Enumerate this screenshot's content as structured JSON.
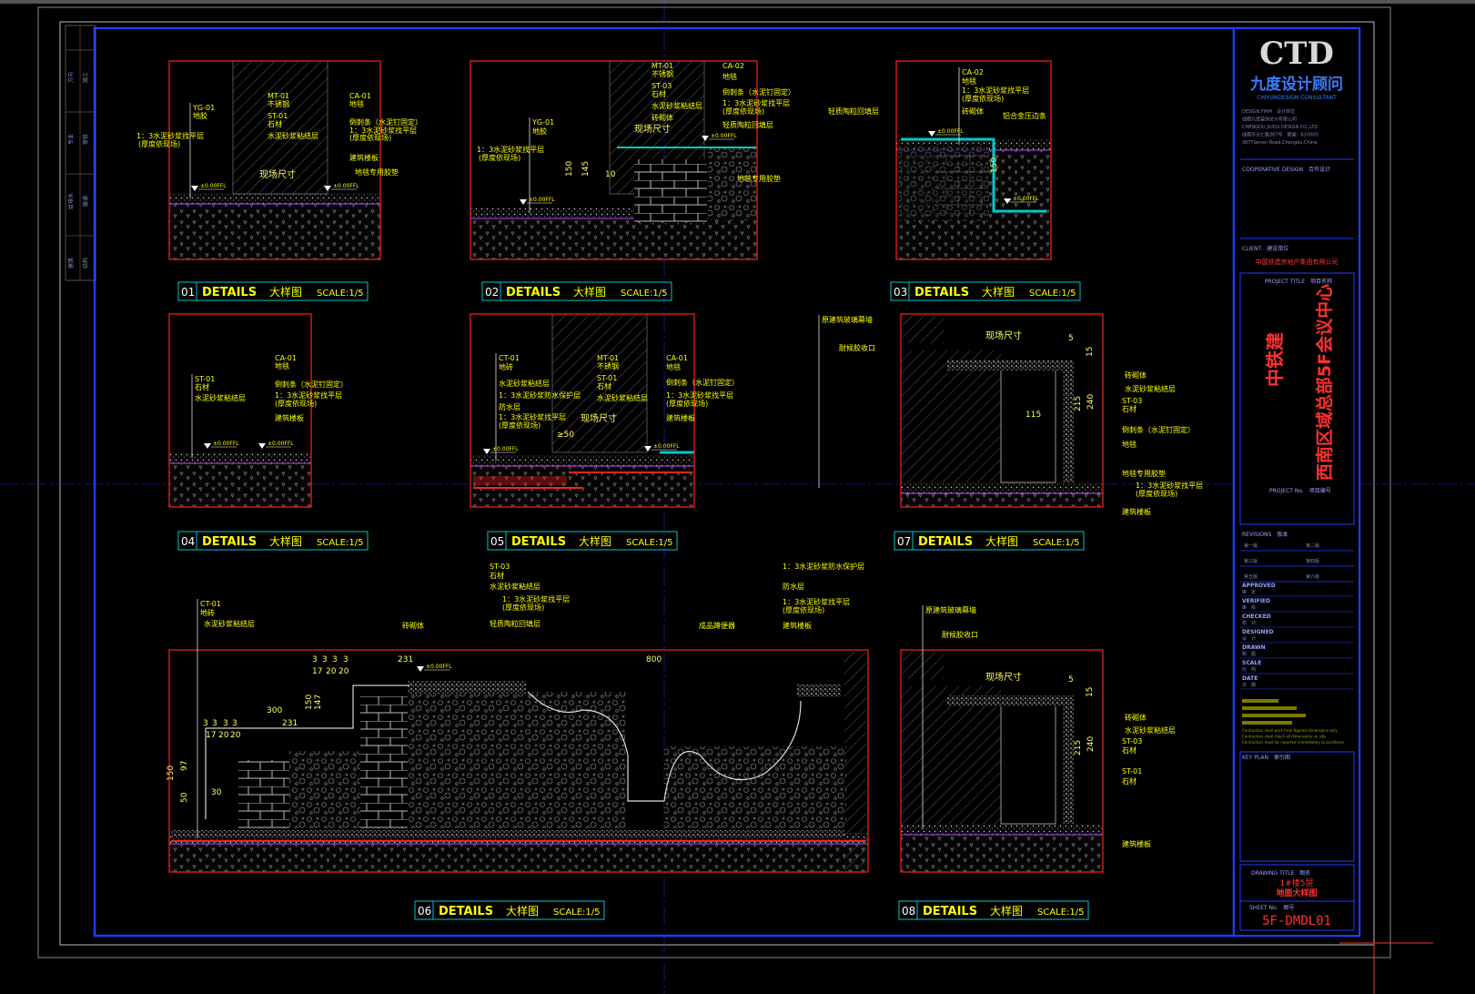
{
  "colors": {
    "frame": "#1e3cff",
    "detail_border": "#ff2020",
    "label": "#ffff00",
    "hatch": "#777777",
    "cyan": "#00c8c8"
  },
  "left_strip": [
    "方向",
    "施工",
    "专业",
    "审核",
    "给排水",
    "暖通",
    "建筑",
    "结构"
  ],
  "common": {
    "title_word": "DETAILS",
    "title_cn": "大样图",
    "scale": "SCALE:1/5"
  },
  "details": [
    {
      "num": "01",
      "labels": [
        "YG-01",
        "地胶",
        "1：3水泥砂浆找平层",
        "(厚度依现场)",
        "MT-01",
        "不锈钢",
        "ST-01",
        "石材",
        "水泥砂浆粘结层",
        "CA-01",
        "地毯",
        "倒刺条（水泥钉固定）",
        "1：3水泥砂浆找平层",
        "(厚度依现场)",
        "建筑楼板",
        "地毯专用胶垫"
      ],
      "dims": [
        "现场尺寸",
        "±0.00FFL",
        "±0.00FFL"
      ]
    },
    {
      "num": "02",
      "labels": [
        "YG-01",
        "地胶",
        "1：3水泥砂浆找平层",
        "(厚度依现场)",
        "MT-01",
        "不锈钢",
        "ST-03",
        "石材",
        "水泥砂浆粘结层",
        "砖砌体",
        "CA-02",
        "地毯",
        "倒刺条（水泥钉固定）",
        "1：3水泥砂浆找平层",
        "(厚度依现场)",
        "轻质陶粒回填层",
        "地毯专用胶垫"
      ],
      "dims": [
        "现场尺寸",
        "150",
        "145",
        "10",
        "±0.00FFL",
        "±0.00FFL"
      ]
    },
    {
      "num": "03",
      "labels": [
        "CA-02",
        "地毯",
        "1：3水泥砂浆找平层",
        "(厚度依现场)",
        "砖砌体",
        "铝合金压边条",
        "轻质陶粒回填层"
      ],
      "dims": [
        "150",
        "±0.00FFL",
        "±0.00FFL"
      ]
    },
    {
      "num": "04",
      "labels": [
        "ST-01",
        "石材",
        "水泥砂浆粘结层",
        "CA-01",
        "地毯",
        "倒刺条（水泥钉固定）",
        "1：3水泥砂浆找平层",
        "(厚度依现场)",
        "建筑楼板"
      ],
      "dims": [
        "±0.00FFL",
        "±0.00FFL"
      ]
    },
    {
      "num": "05",
      "labels": [
        "CT-01",
        "地砖",
        "水泥砂浆粘结层",
        "1：3水泥砂浆防水保护层",
        "防水层",
        "1：3水泥砂浆找平层",
        "(厚度依现场)",
        "MT-01",
        "不锈钢",
        "ST-01",
        "石材",
        "水泥砂浆粘结层",
        "CA-01",
        "地毯",
        "倒刺条（水泥钉固定）",
        "1：3水泥砂浆找平层",
        "(厚度依现场)",
        "建筑楼板"
      ],
      "dims": [
        "现场尺寸",
        "≥50",
        "±0.00FFL",
        "±0.00FFL"
      ]
    },
    {
      "num": "06",
      "labels": [
        "CT-01",
        "地砖",
        "水泥砂浆粘结层",
        "ST-03",
        "石材",
        "水泥砂浆粘结层",
        "1：3水泥砂浆找平层",
        "(厚度依现场)",
        "轻质陶粒回填层",
        "砖砌体",
        "成品蹲便器",
        "1：3水泥砂浆防水保护层",
        "防水层",
        "1：3水泥砂浆找平层",
        "(厚度依现场)",
        "建筑楼板"
      ],
      "dims": [
        "300",
        "231",
        "231",
        "800",
        "150",
        "147",
        "150",
        "97",
        "50",
        "30",
        "3",
        "3",
        "3",
        "3",
        "17",
        "20",
        "20",
        "3",
        "3",
        "3",
        "3",
        "17",
        "20",
        "20",
        "±0.00FFL"
      ]
    },
    {
      "num": "07",
      "labels": [
        "原建筑玻璃幕墙",
        "耐候胶收口",
        "砖砌体",
        "水泥砂浆粘结层",
        "ST-03",
        "石材",
        "倒刺条（水泥钉固定）",
        "地毯",
        "地毯专用胶垫",
        "1：3水泥砂浆找平层",
        "(厚度依现场)",
        "建筑楼板"
      ],
      "dims": [
        "现场尺寸",
        "5",
        "15",
        "115",
        "215",
        "240"
      ]
    },
    {
      "num": "08",
      "labels": [
        "原建筑玻璃幕墙",
        "耐候胶收口",
        "砖砌体",
        "水泥砂浆粘结层",
        "ST-03",
        "石材",
        "ST-01",
        "石材",
        "建筑楼板"
      ],
      "dims": [
        "现场尺寸",
        "5",
        "15",
        "215",
        "240"
      ]
    }
  ],
  "title_block": {
    "logo": "CTD",
    "firm_cn": "九度设计顾问",
    "firm_en": "CHIYUNDESIGN CONSULTANT",
    "firm_lines": [
      "DESIGN FIRM　设计单位",
      "成都九度装饰设计有限公司",
      "CHENGDU JIUDU DESIGN CO.,LTD",
      "成都市天仁路387号　邮编：610000",
      "387Tianren Road,Chengdu,China"
    ],
    "coop_label": "COOPERATIVE DESIGN　合作设计",
    "client_label": "CLIENT　建设单位",
    "client_name": "中国铁建房地产集团有限公司",
    "project_title_label": "PROJECT TITLE　项目名称",
    "project_name_1": "中铁建",
    "project_name_2": "西南区域总部5F会议中心",
    "project_no_label": "PROJECT No.　项目编号",
    "revisions_label": "REVISIONS　版本",
    "revisions": [
      "第一版",
      "第二版",
      "第三版",
      "第四版",
      "第五版",
      "第六版"
    ],
    "rows": [
      "APPROVED",
      "审　定",
      "VERIFIED",
      "审　核",
      "CHECKED",
      "校　对",
      "DESIGNED",
      "设　计",
      "DRAWN",
      "制　图",
      "SCALE",
      "比　例",
      "DATE",
      "日　期"
    ],
    "notes": [
      "Contractors shall work from figured dimensions only",
      "Contractors shall check all dimensions on site",
      "Contractors must be reported immediately to architects"
    ],
    "key_plan_label": "KEY PLAN　索引图",
    "drawing_title_label": "DRAWING TITLE　图名",
    "drawing_title_1": "1#楼5层",
    "drawing_title_2": "地面大样图",
    "sheet_no_label": "SHEET No.　图号",
    "sheet_no": "5F-DMDL01"
  }
}
